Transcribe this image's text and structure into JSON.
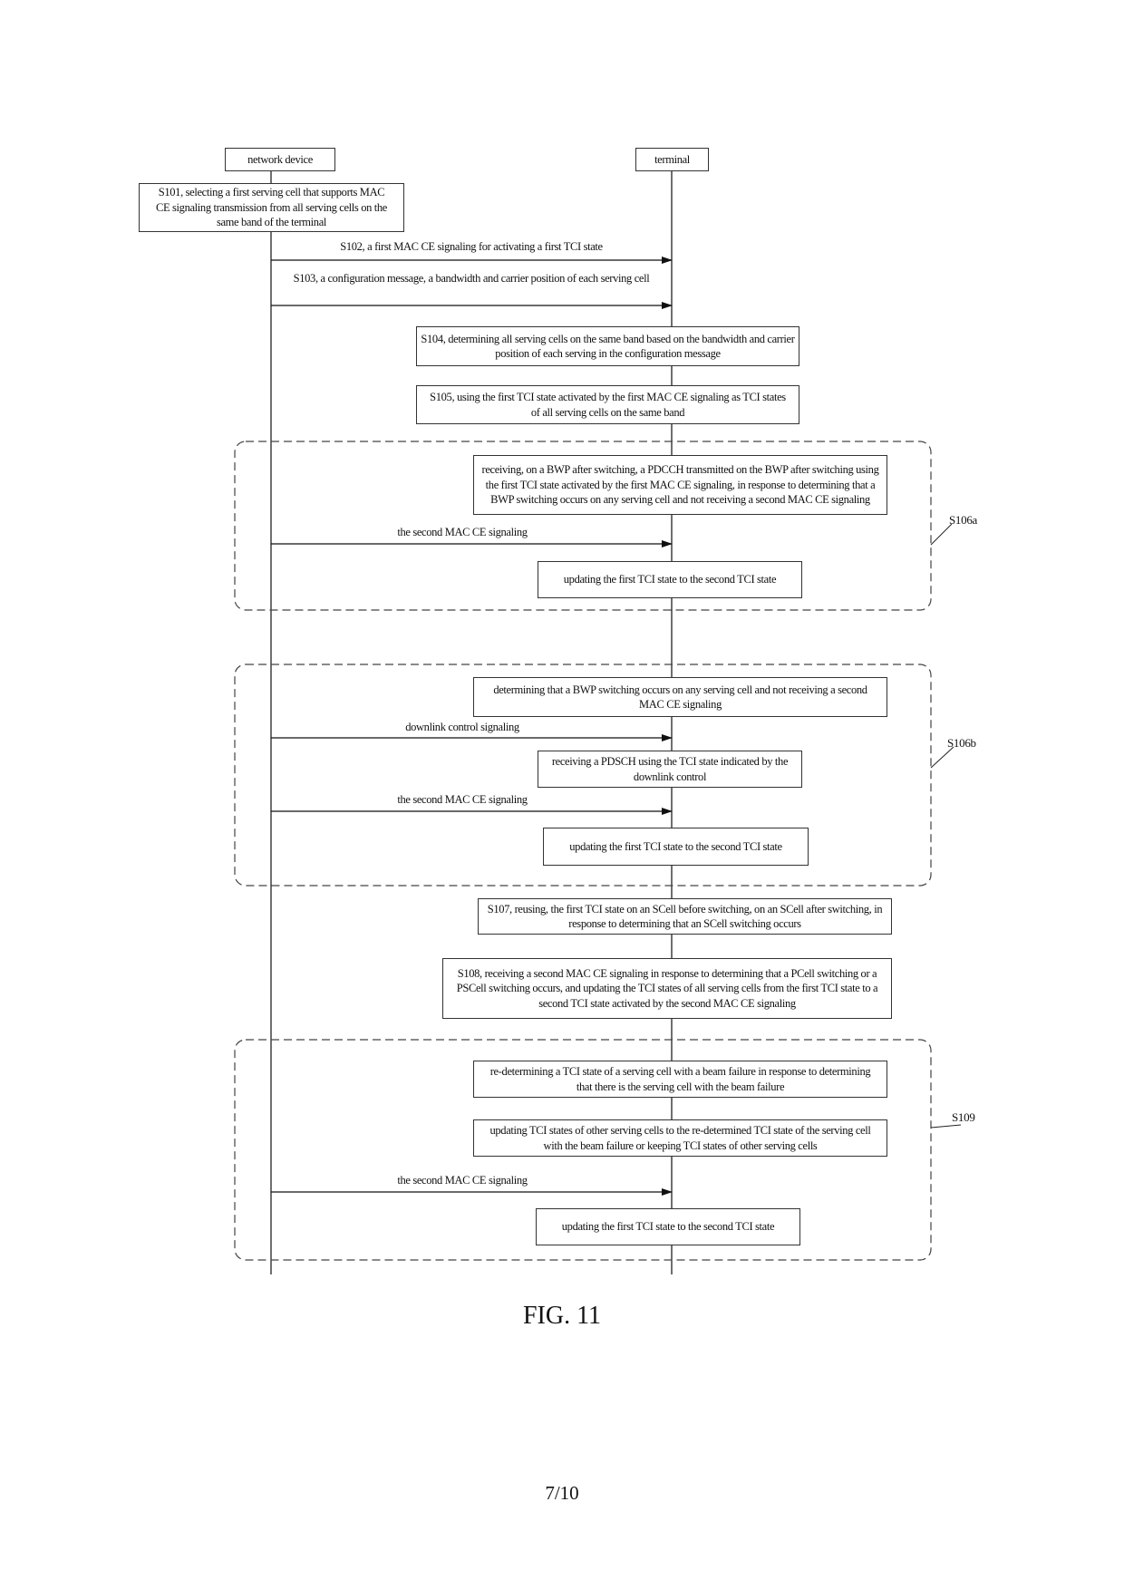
{
  "participants": {
    "left": "network device",
    "right": "terminal"
  },
  "steps": {
    "s101": "S101, selecting a first serving cell that supports MAC CE signaling transmission from all serving cells on the same band of the terminal",
    "s102": "S102, a first MAC CE signaling for activating a first TCI state",
    "s103": "S103, a configuration message, a bandwidth and carrier position of each serving cell",
    "s104": "S104, determining all serving cells on the same band based on the bandwidth and carrier position of each serving in the configuration message",
    "s105": "S105, using the first TCI state activated by the first MAC CE signaling as TCI states of all serving cells on the same band",
    "s107": "S107, reusing, the first TCI state on an SCell before switching, on an SCell after switching, in response to determining that an SCell switching occurs",
    "s108": "S108, receiving a second MAC CE signaling in response to determining that a PCell switching or a PSCell switching occurs, and updating the TCI states of all serving cells from the first TCI state to a second TCI state activated by the second MAC CE signaling"
  },
  "s106a": {
    "ref": "S106a",
    "receive_pdcch": "receiving, on a BWP after switching, a PDCCH transmitted on the BWP after switching using the first TCI state activated by the first MAC CE signaling, in response to determining that a BWP switching occurs on any serving cell and not receiving a second MAC CE signaling",
    "message": "the second MAC CE signaling",
    "update": "updating the first TCI state to the second TCI state"
  },
  "s106b": {
    "ref": "S106b",
    "determine": "determining that a BWP switching occurs on any serving cell and not receiving a second MAC CE signaling",
    "dci_message": "downlink control signaling",
    "receive_pdsch": "receiving a PDSCH using the TCI state indicated by the downlink control",
    "message": "the second MAC CE signaling",
    "update": "updating the first TCI state to the second TCI state"
  },
  "s109": {
    "ref": "S109",
    "redetermine": "re-determining a TCI state of a serving cell with a beam failure in response to determining that there is the serving cell with the beam failure",
    "update_others": "updating TCI states of other serving cells to the re-determined TCI state of the serving cell with the beam failure or keeping TCI states of other serving cells",
    "message": "the second MAC CE signaling",
    "update": "updating the first TCI state to the second TCI state"
  },
  "figure_caption": "FIG. 11",
  "page_number": "7/10"
}
